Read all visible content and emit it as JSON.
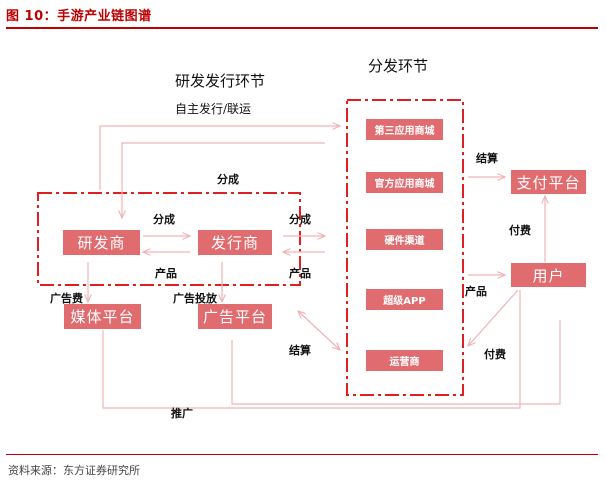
{
  "header": {
    "title": "图 10：手游产业链图谱"
  },
  "footer": {
    "source": "资料来源：东方证券研究所"
  },
  "sections": {
    "rd_publish": "研发发行环节",
    "distribution": "分发环节"
  },
  "nodes": {
    "developer": "研发商",
    "publisher": "发行商",
    "media_platform": "媒体平台",
    "ad_platform": "广告平台",
    "payment_platform": "支付平台",
    "user": "用户"
  },
  "channels": [
    {
      "label": "第三应用商城"
    },
    {
      "label": "官方应用商城"
    },
    {
      "label": "硬件渠道"
    },
    {
      "label": "超级APP"
    },
    {
      "label": "运营商"
    }
  ],
  "labels": {
    "self_publish": "自主发行/联运",
    "revenue_share_top": "分成",
    "revenue_share_dev_pub": "分成",
    "revenue_share_pub_dist": "分成",
    "product_dev_pub": "产品",
    "product_pub_dist": "产品",
    "product_dist_user": "产品",
    "ad_fee": "广告费",
    "ad_placement": "广告投放",
    "settlement_ad": "结算",
    "settlement_payment": "结算",
    "payment_user": "付费",
    "payment_channel": "付费",
    "promotion": "推广"
  },
  "colors": {
    "accent": "#c00000",
    "node_fill": "#e06c70",
    "arrow": "#f0b4b6",
    "dashed_box": "#e02020"
  }
}
